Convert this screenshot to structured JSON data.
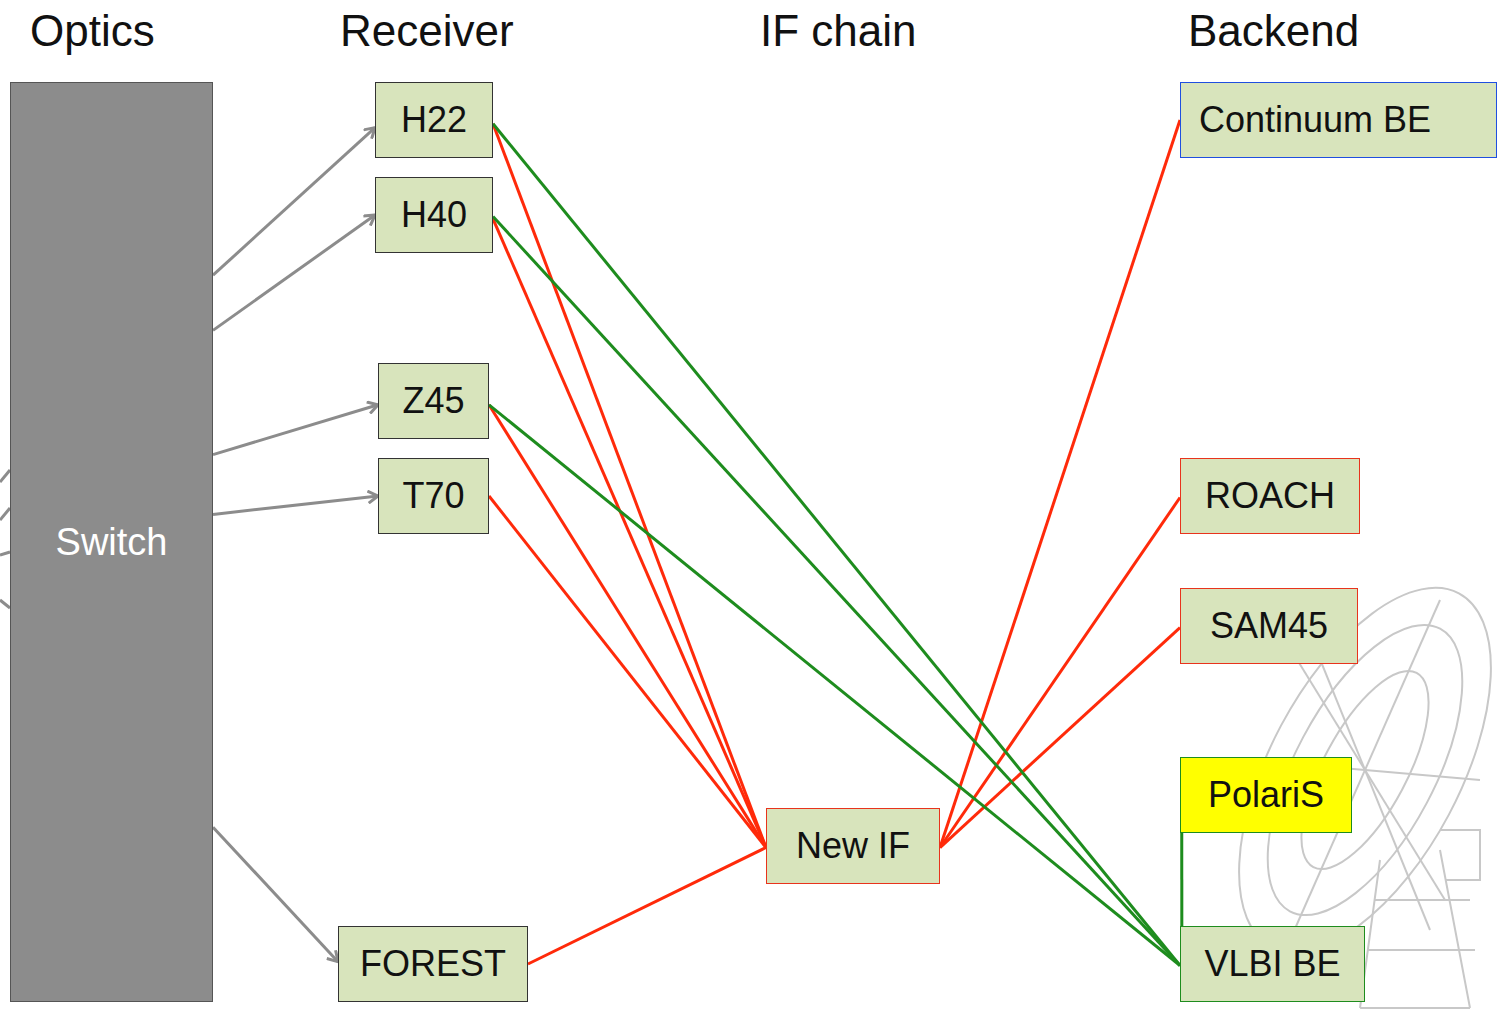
{
  "diagram": {
    "nodes": [
      {
        "text": [
          "Switch"
        ]
      },
      {
        "text": [
          "H22"
        ]
      },
      {
        "text": [
          "H40"
        ]
      },
      {
        "text": [
          "Z45"
        ]
      },
      {
        "text": [
          "T70"
        ]
      },
      {
        "text": [
          "FOREST"
        ]
      },
      {
        "text": [
          "New IF"
        ]
      },
      {
        "text": [
          "Continuum BE"
        ]
      },
      {
        "text": [
          "ROACH"
        ]
      },
      {
        "text": [
          "SAM45"
        ]
      },
      {
        "text": [
          "PolariS"
        ]
      },
      {
        "text": [
          "VLBI BE"
        ]
      }
    ],
    "edges": [
      {
        "from": 0,
        "to": 1,
        "arrow": "to"
      },
      {
        "from": 0,
        "to": 2,
        "arrow": "to"
      },
      {
        "from": 0,
        "to": 3,
        "arrow": "to"
      },
      {
        "from": 0,
        "to": 4,
        "arrow": "to"
      },
      {
        "from": 0,
        "to": 5,
        "arrow": "to"
      },
      {
        "from": 1,
        "to": 6,
        "arrow": "none"
      },
      {
        "from": 2,
        "to": 6,
        "arrow": "none"
      },
      {
        "from": 3,
        "to": 6,
        "arrow": "none"
      },
      {
        "from": 4,
        "to": 6,
        "arrow": "none"
      },
      {
        "from": 5,
        "to": 6,
        "arrow": "none"
      },
      {
        "from": 6,
        "to": 7,
        "arrow": "none"
      },
      {
        "from": 6,
        "to": 8,
        "arrow": "none"
      },
      {
        "from": 6,
        "to": 9,
        "arrow": "none"
      },
      {
        "from": 1,
        "to": 11,
        "arrow": "none"
      },
      {
        "from": 2,
        "to": 11,
        "arrow": "none"
      },
      {
        "from": 3,
        "to": 11,
        "arrow": "none"
      },
      {
        "from": 10,
        "to": 11,
        "arrow": "none"
      }
    ],
    "labels": [
      "Optics",
      "Receiver",
      "IF chain",
      "Backend"
    ]
  }
}
